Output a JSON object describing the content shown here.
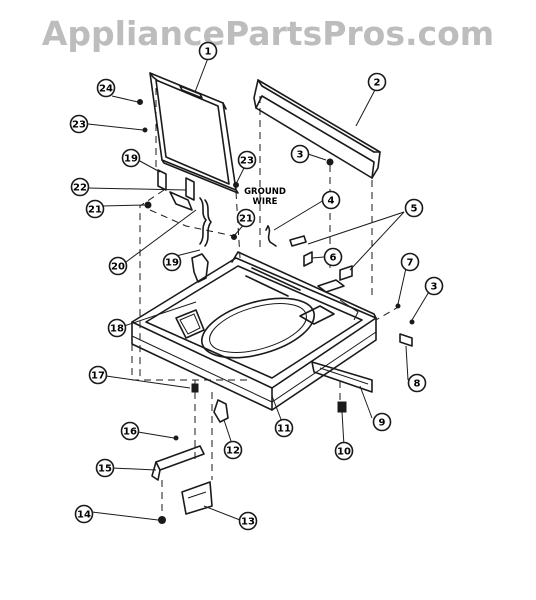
{
  "watermark": "AppliancePartsPros.com",
  "ground_wire_label": [
    "GROUND",
    "WIRE"
  ],
  "callouts": [
    {
      "id": "c1",
      "label": "1"
    },
    {
      "id": "c2",
      "label": "2"
    },
    {
      "id": "c3a",
      "label": "3"
    },
    {
      "id": "c3b",
      "label": "3"
    },
    {
      "id": "c4",
      "label": "4"
    },
    {
      "id": "c5",
      "label": "5"
    },
    {
      "id": "c6",
      "label": "6"
    },
    {
      "id": "c7",
      "label": "7"
    },
    {
      "id": "c8",
      "label": "8"
    },
    {
      "id": "c9",
      "label": "9"
    },
    {
      "id": "c10",
      "label": "10"
    },
    {
      "id": "c11",
      "label": "11"
    },
    {
      "id": "c12",
      "label": "12"
    },
    {
      "id": "c13",
      "label": "13"
    },
    {
      "id": "c14",
      "label": "14"
    },
    {
      "id": "c15",
      "label": "15"
    },
    {
      "id": "c16",
      "label": "16"
    },
    {
      "id": "c17",
      "label": "17"
    },
    {
      "id": "c18",
      "label": "18"
    },
    {
      "id": "c19a",
      "label": "19"
    },
    {
      "id": "c19b",
      "label": "19"
    },
    {
      "id": "c20",
      "label": "20"
    },
    {
      "id": "c21a",
      "label": "21"
    },
    {
      "id": "c21b",
      "label": "21"
    },
    {
      "id": "c22",
      "label": "22"
    },
    {
      "id": "c23a",
      "label": "23"
    },
    {
      "id": "c23b",
      "label": "23"
    },
    {
      "id": "c24",
      "label": "24"
    }
  ]
}
